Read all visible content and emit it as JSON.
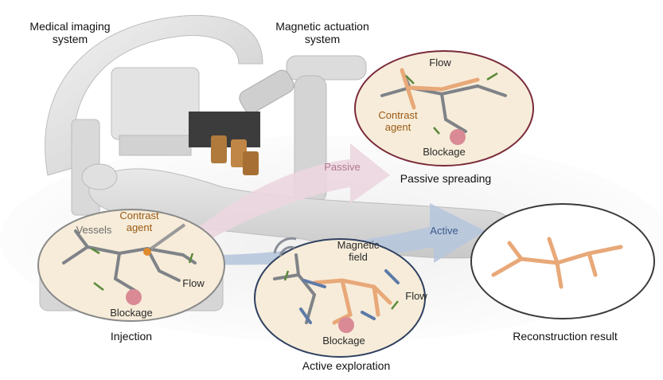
{
  "labels": {
    "imaging_system": "Medical imaging\nsystem",
    "actuation_system": "Magnetic actuation\nsystem",
    "passive_arrow": "Passive",
    "active_arrow": "Active",
    "passive_flow": "Flow",
    "passive_contrast": "Contrast\nagent",
    "passive_blockage": "Blockage",
    "passive_caption": "Passive spreading",
    "inj_vessels": "Vessels",
    "inj_contrast": "Contrast\nagent",
    "inj_flow": "Flow",
    "inj_blockage": "Blockage",
    "inj_caption": "Injection",
    "active_field": "Magnetic\nfield",
    "active_flow": "Flow",
    "active_blockage": "Blockage",
    "active_caption": "Active exploration",
    "recon_caption": "Reconstruction result"
  },
  "colors": {
    "ellipse_fill": "#f6ecd9",
    "passive_border": "#7a2a3a",
    "active_border": "#2f4060",
    "vessel_gray": "#7f8388",
    "vessel_orange": "#e8a878",
    "blockage": "#d98a95",
    "passive_arrow": "#ecd6df",
    "active_arrow": "#b7c7dd",
    "flow_arrow": "#5c8a3a",
    "field_arrow": "#5d7aa8"
  }
}
